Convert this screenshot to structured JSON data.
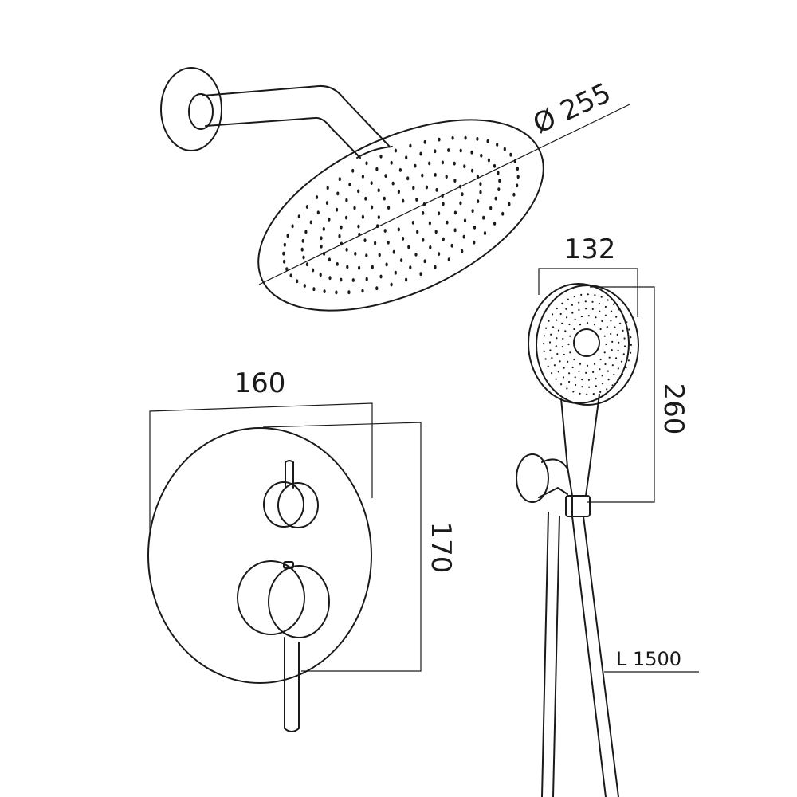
{
  "dimensions": {
    "head_diameter": "Ø 255",
    "hand_shower_width": "132",
    "hand_shower_height": "260",
    "plate_width": "160",
    "plate_height": "170",
    "hose_length": "L 1500"
  },
  "colors": {
    "line": "#1a1a1a",
    "background": "#ffffff"
  }
}
